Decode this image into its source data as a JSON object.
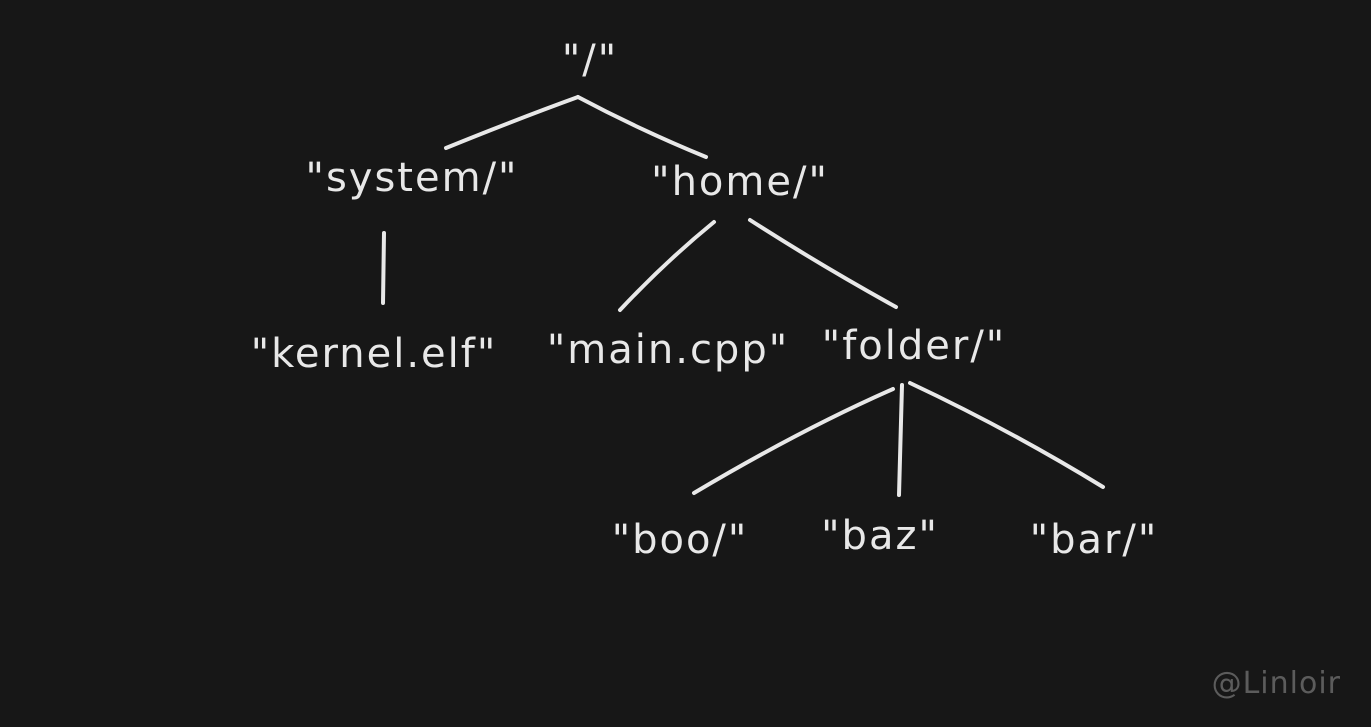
{
  "tree": {
    "root": {
      "label": "\"/\""
    },
    "system": {
      "label": "\"system/\""
    },
    "home": {
      "label": "\"home/\""
    },
    "kernel": {
      "label": "\"kernel.elf\""
    },
    "main": {
      "label": "\"main.cpp\""
    },
    "folder": {
      "label": "\"folder/\""
    },
    "boo": {
      "label": "\"boo/\""
    },
    "baz": {
      "label": "\"baz\""
    },
    "bar": {
      "label": "\"bar/\""
    }
  },
  "edges": [
    [
      "root",
      "system"
    ],
    [
      "root",
      "home"
    ],
    [
      "system",
      "kernel"
    ],
    [
      "home",
      "main"
    ],
    [
      "home",
      "folder"
    ],
    [
      "folder",
      "boo"
    ],
    [
      "folder",
      "baz"
    ],
    [
      "folder",
      "bar"
    ]
  ],
  "watermark": "@Linloir",
  "colors": {
    "background": "#171717",
    "ink": "#e8e8e8",
    "watermark": "#5c5c5c"
  }
}
